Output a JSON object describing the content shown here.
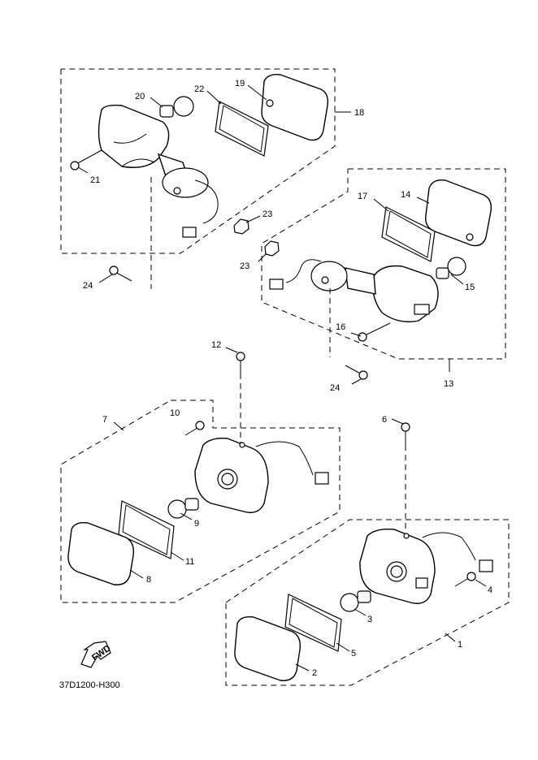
{
  "diagram": {
    "code": "37D1200-H300",
    "fwd_label": "FWD",
    "callouts": [
      "1",
      "2",
      "3",
      "4",
      "5",
      "6",
      "7",
      "8",
      "9",
      "10",
      "11",
      "12",
      "13",
      "14",
      "15",
      "16",
      "17",
      "18",
      "19",
      "20",
      "21",
      "22",
      "23",
      "23",
      "24",
      "24"
    ]
  }
}
